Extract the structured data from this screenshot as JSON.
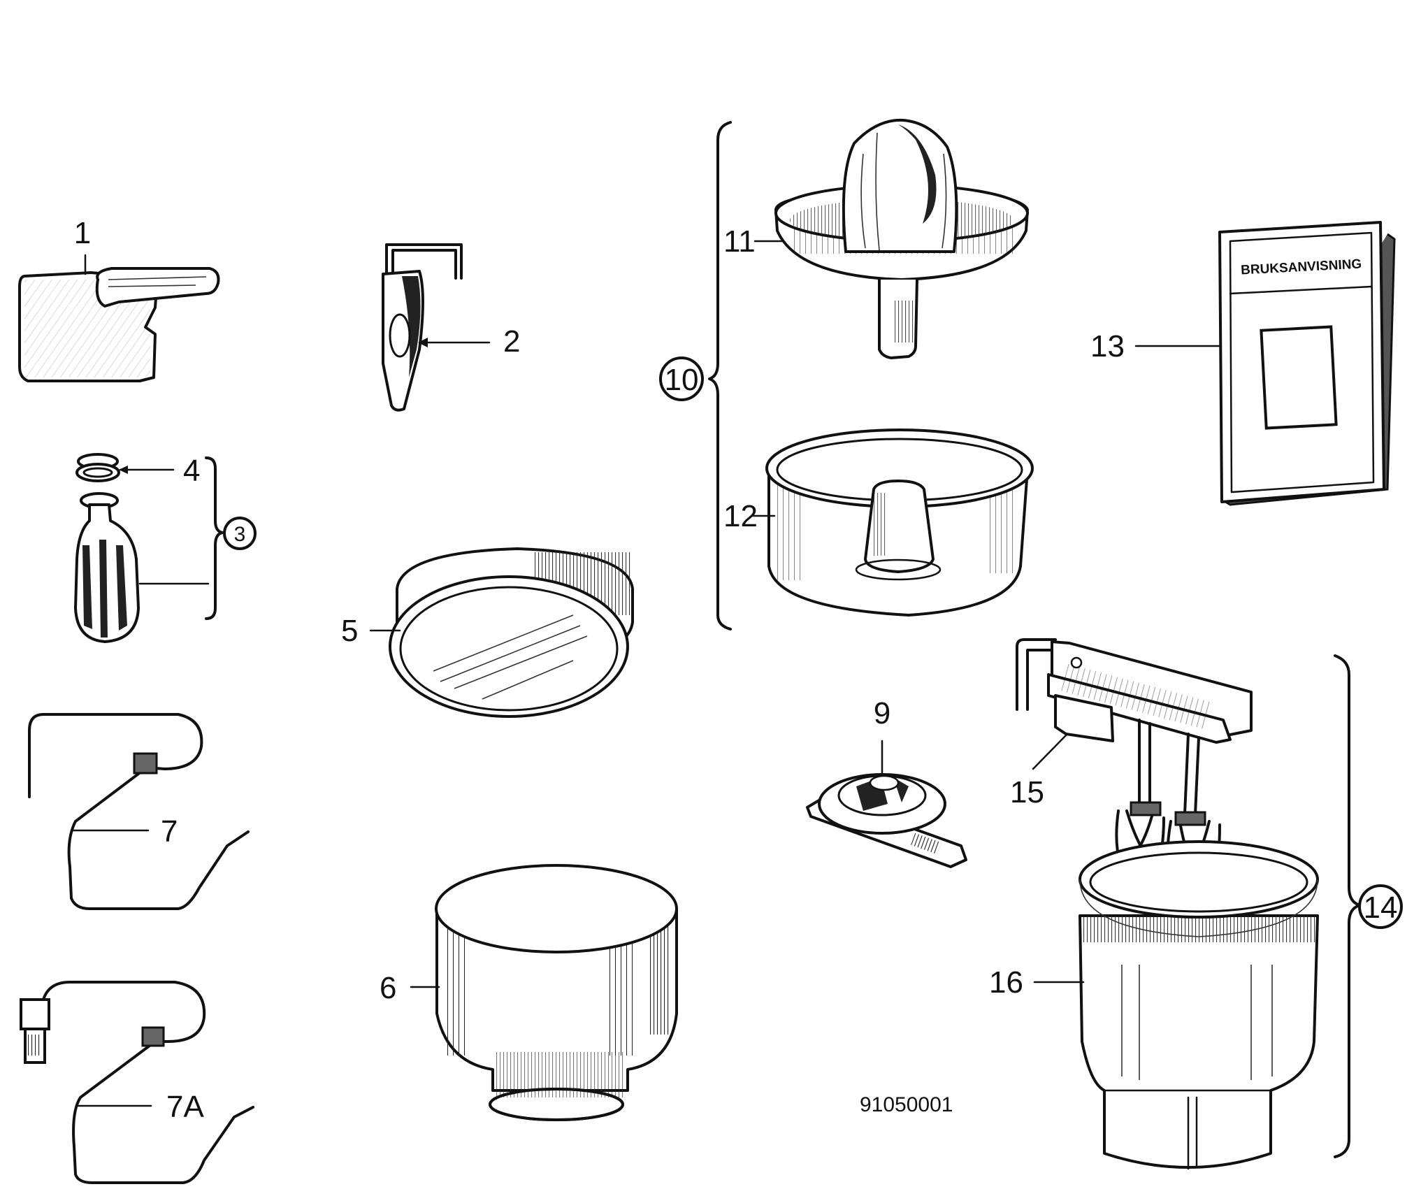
{
  "labels": {
    "p1": "1",
    "p2": "2",
    "p3": "3",
    "p4": "4",
    "p5": "5",
    "p6": "6",
    "p7": "7",
    "p7a": "7A",
    "p9": "9",
    "p10": "10",
    "p11": "11",
    "p12": "12",
    "p13": "13",
    "p14": "14",
    "p15": "15",
    "p16": "16"
  },
  "booklet_title": "BRUKSANVISNING",
  "drawing_number": "91050001"
}
